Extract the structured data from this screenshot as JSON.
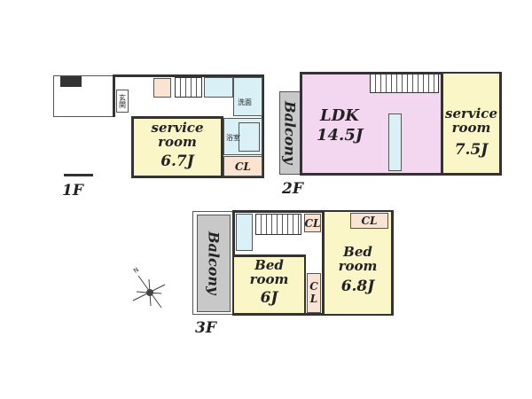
{
  "floors": {
    "f1": {
      "label": "1F",
      "service_room": {
        "name": "service\nroom",
        "size": "6.7J"
      },
      "entrance": "玄関",
      "washroom": "洗面",
      "bathroom": "浴室",
      "closet": "CL"
    },
    "f2": {
      "label": "2F",
      "balcony": "Balcony",
      "ldk": {
        "name": "LDK",
        "size": "14.5J"
      },
      "service_room": {
        "name": "service\nroom",
        "size": "7.5J"
      }
    },
    "f3": {
      "label": "3F",
      "balcony": "Balcony",
      "bedroom1": {
        "name": "Bed\nroom",
        "size": "6J"
      },
      "bedroom2": {
        "name": "Bed\nroom",
        "size": "6.8J"
      },
      "closet1": "CL",
      "closet2": "CL",
      "closet3": "C\nL"
    }
  },
  "compass": {
    "north": "N"
  },
  "colors": {
    "service_room": "#fbf6c8",
    "ldk": "#f3d6f0",
    "wet_area": "#d8f0f6",
    "closet": "#fbe3d2",
    "balcony": "#c8c8c8"
  }
}
